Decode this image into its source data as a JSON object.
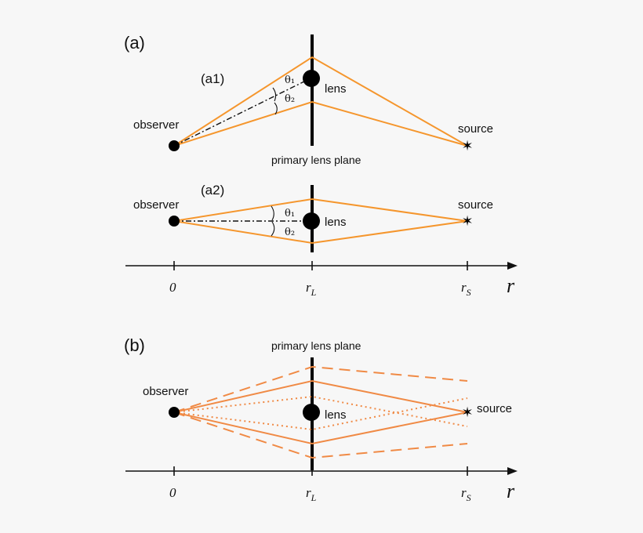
{
  "panels": {
    "a": {
      "label": "(a)",
      "a1": {
        "label": "(a1)",
        "observer": "observer",
        "lens": "lens",
        "source": "source",
        "theta1": "θ₁",
        "theta2": "θ₂",
        "plane": "primary lens plane"
      },
      "a2": {
        "label": "(a2)",
        "observer": "observer",
        "lens": "lens",
        "source": "source",
        "theta1": "θ₁",
        "theta2": "θ₂"
      },
      "axis": {
        "t0": "0",
        "tL": "r",
        "tL_sub": "L",
        "tS": "r",
        "tS_sub": "S",
        "r": "r"
      }
    },
    "b": {
      "label": "(b)",
      "plane": "primary lens plane",
      "observer": "observer",
      "lens": "lens",
      "source": "source",
      "axis": {
        "t0": "0",
        "tL": "r",
        "tL_sub": "L",
        "tS": "r",
        "tS_sub": "S",
        "r": "r"
      }
    }
  },
  "colors": {
    "ray": "#f5962d",
    "ray_b": "#f08a45",
    "ink": "#111111"
  }
}
